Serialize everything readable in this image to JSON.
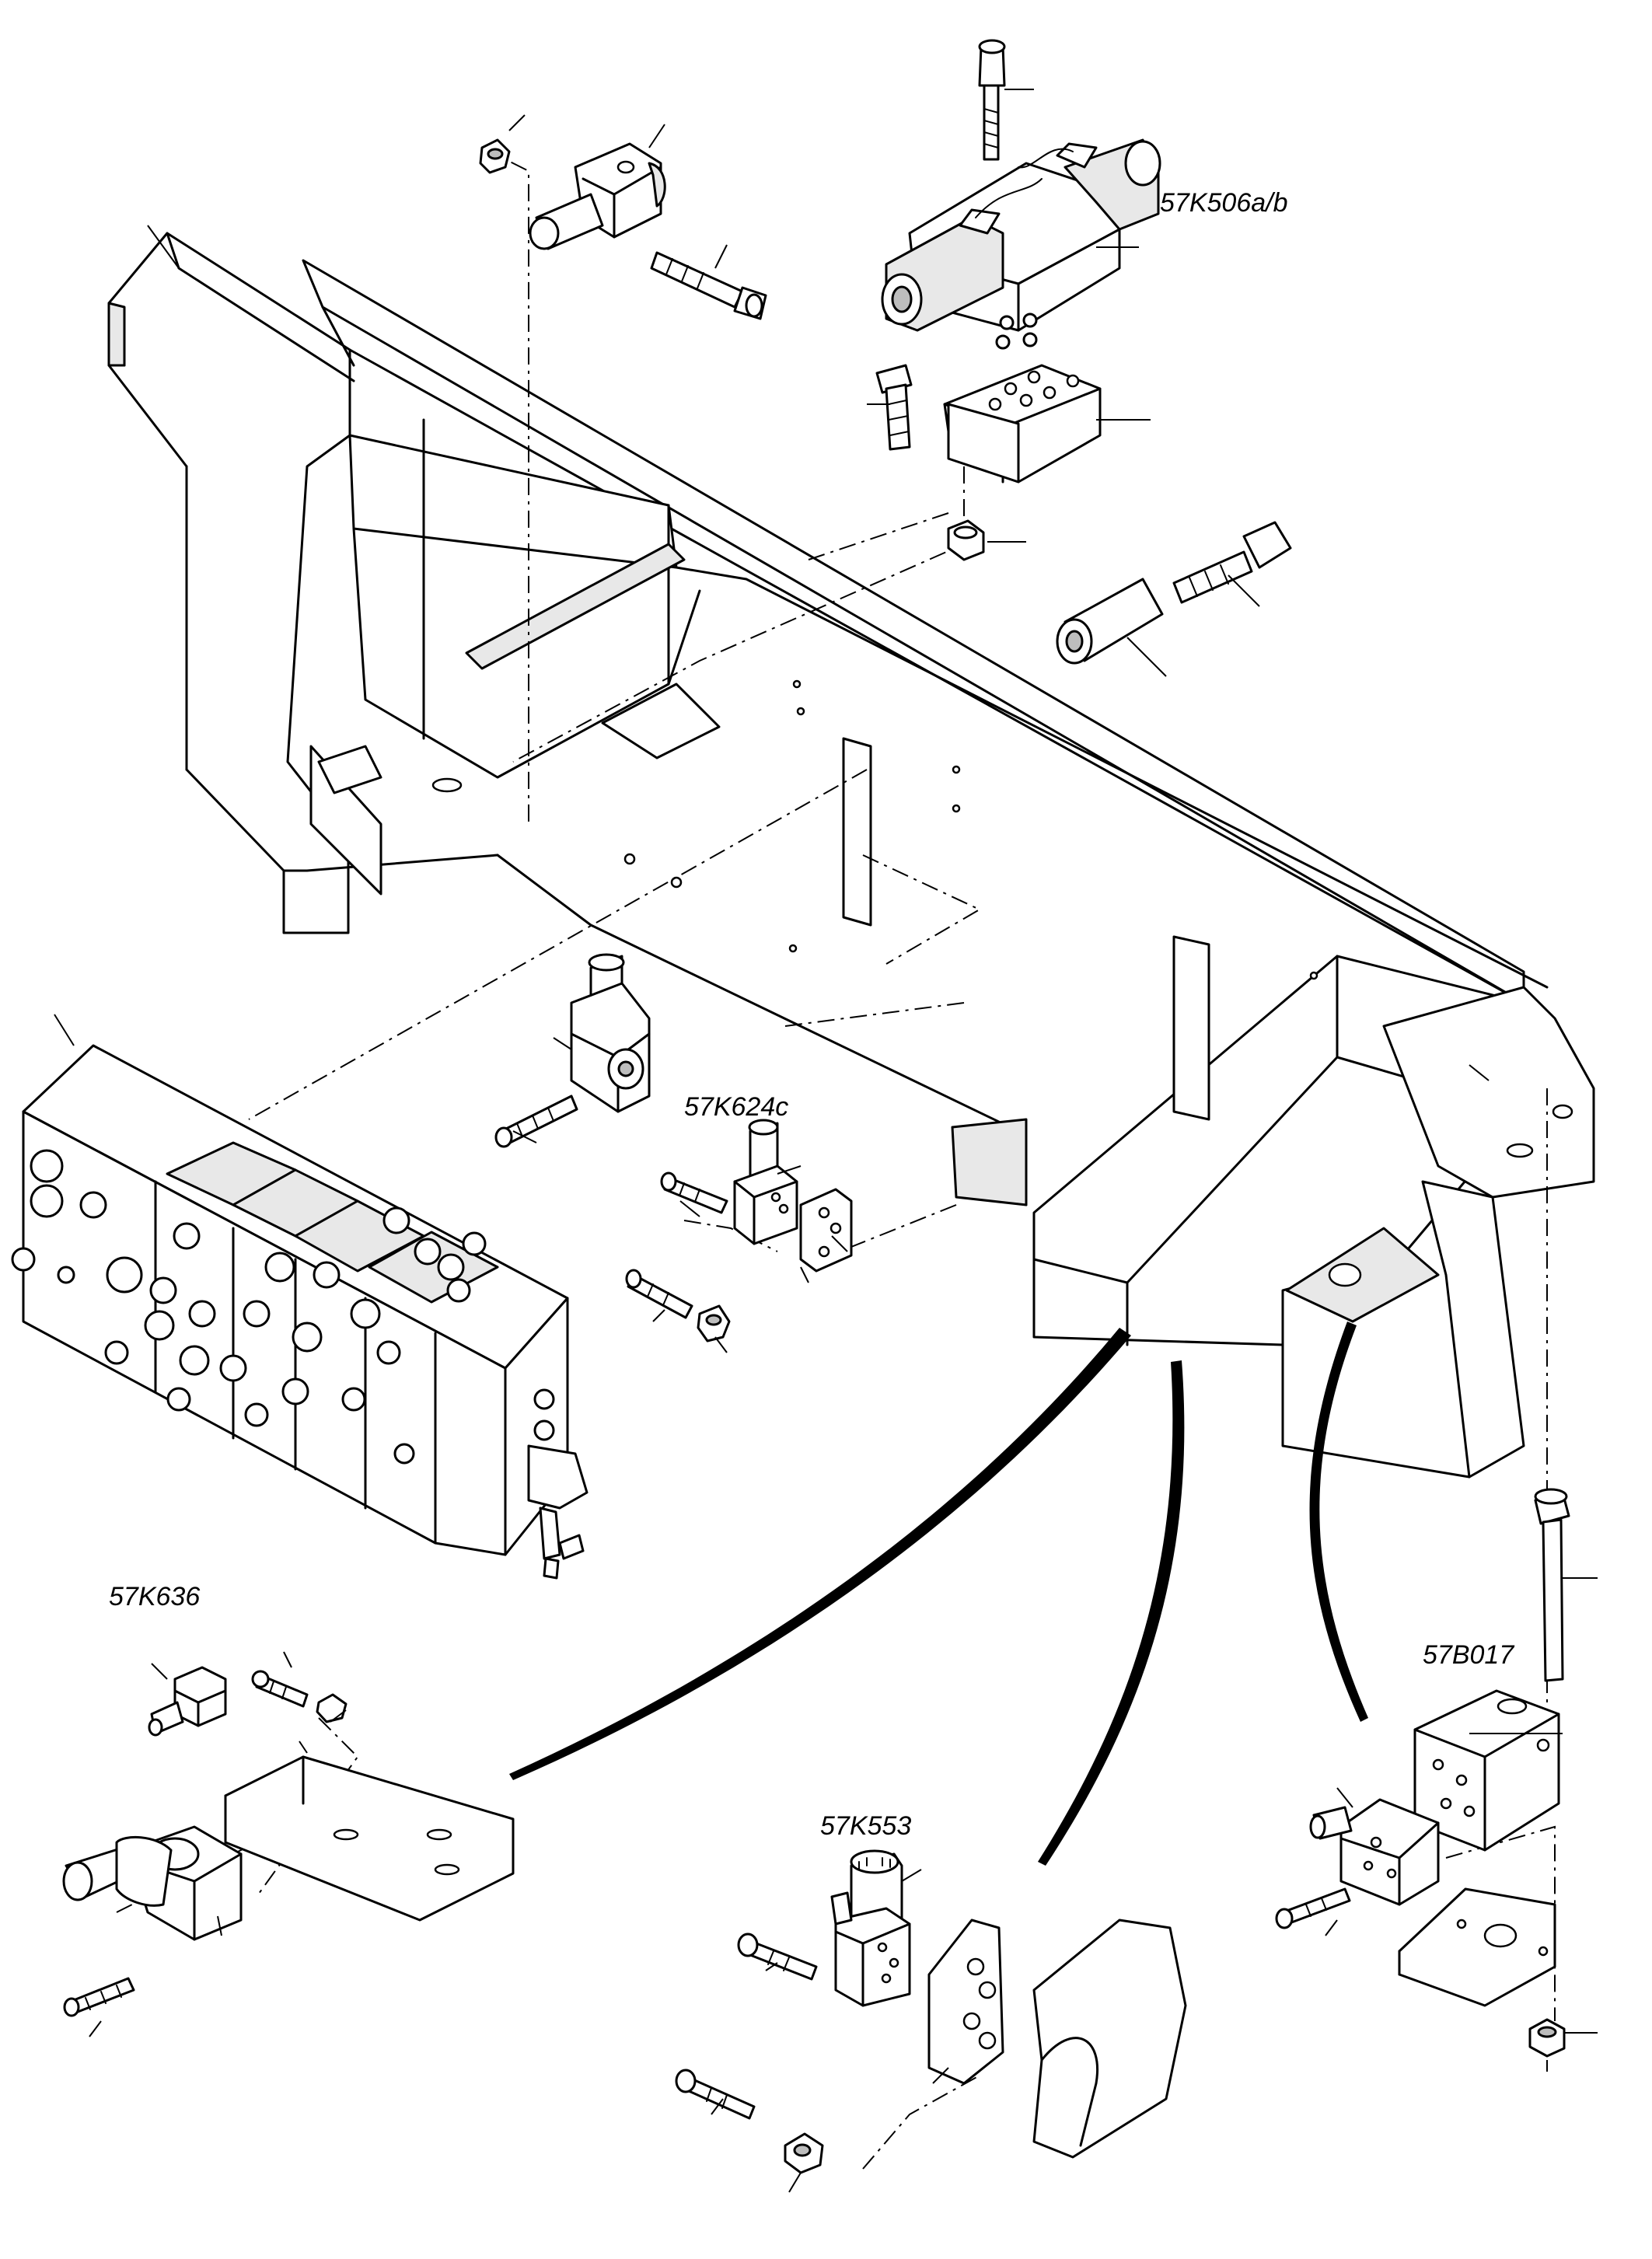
{
  "labels": {
    "valve_57k506": "57K506a/b",
    "valve_57k624": "57K624c",
    "valve_57k636": "57K636",
    "valve_57k553": "57K553",
    "valve_57b017": "57B017"
  }
}
